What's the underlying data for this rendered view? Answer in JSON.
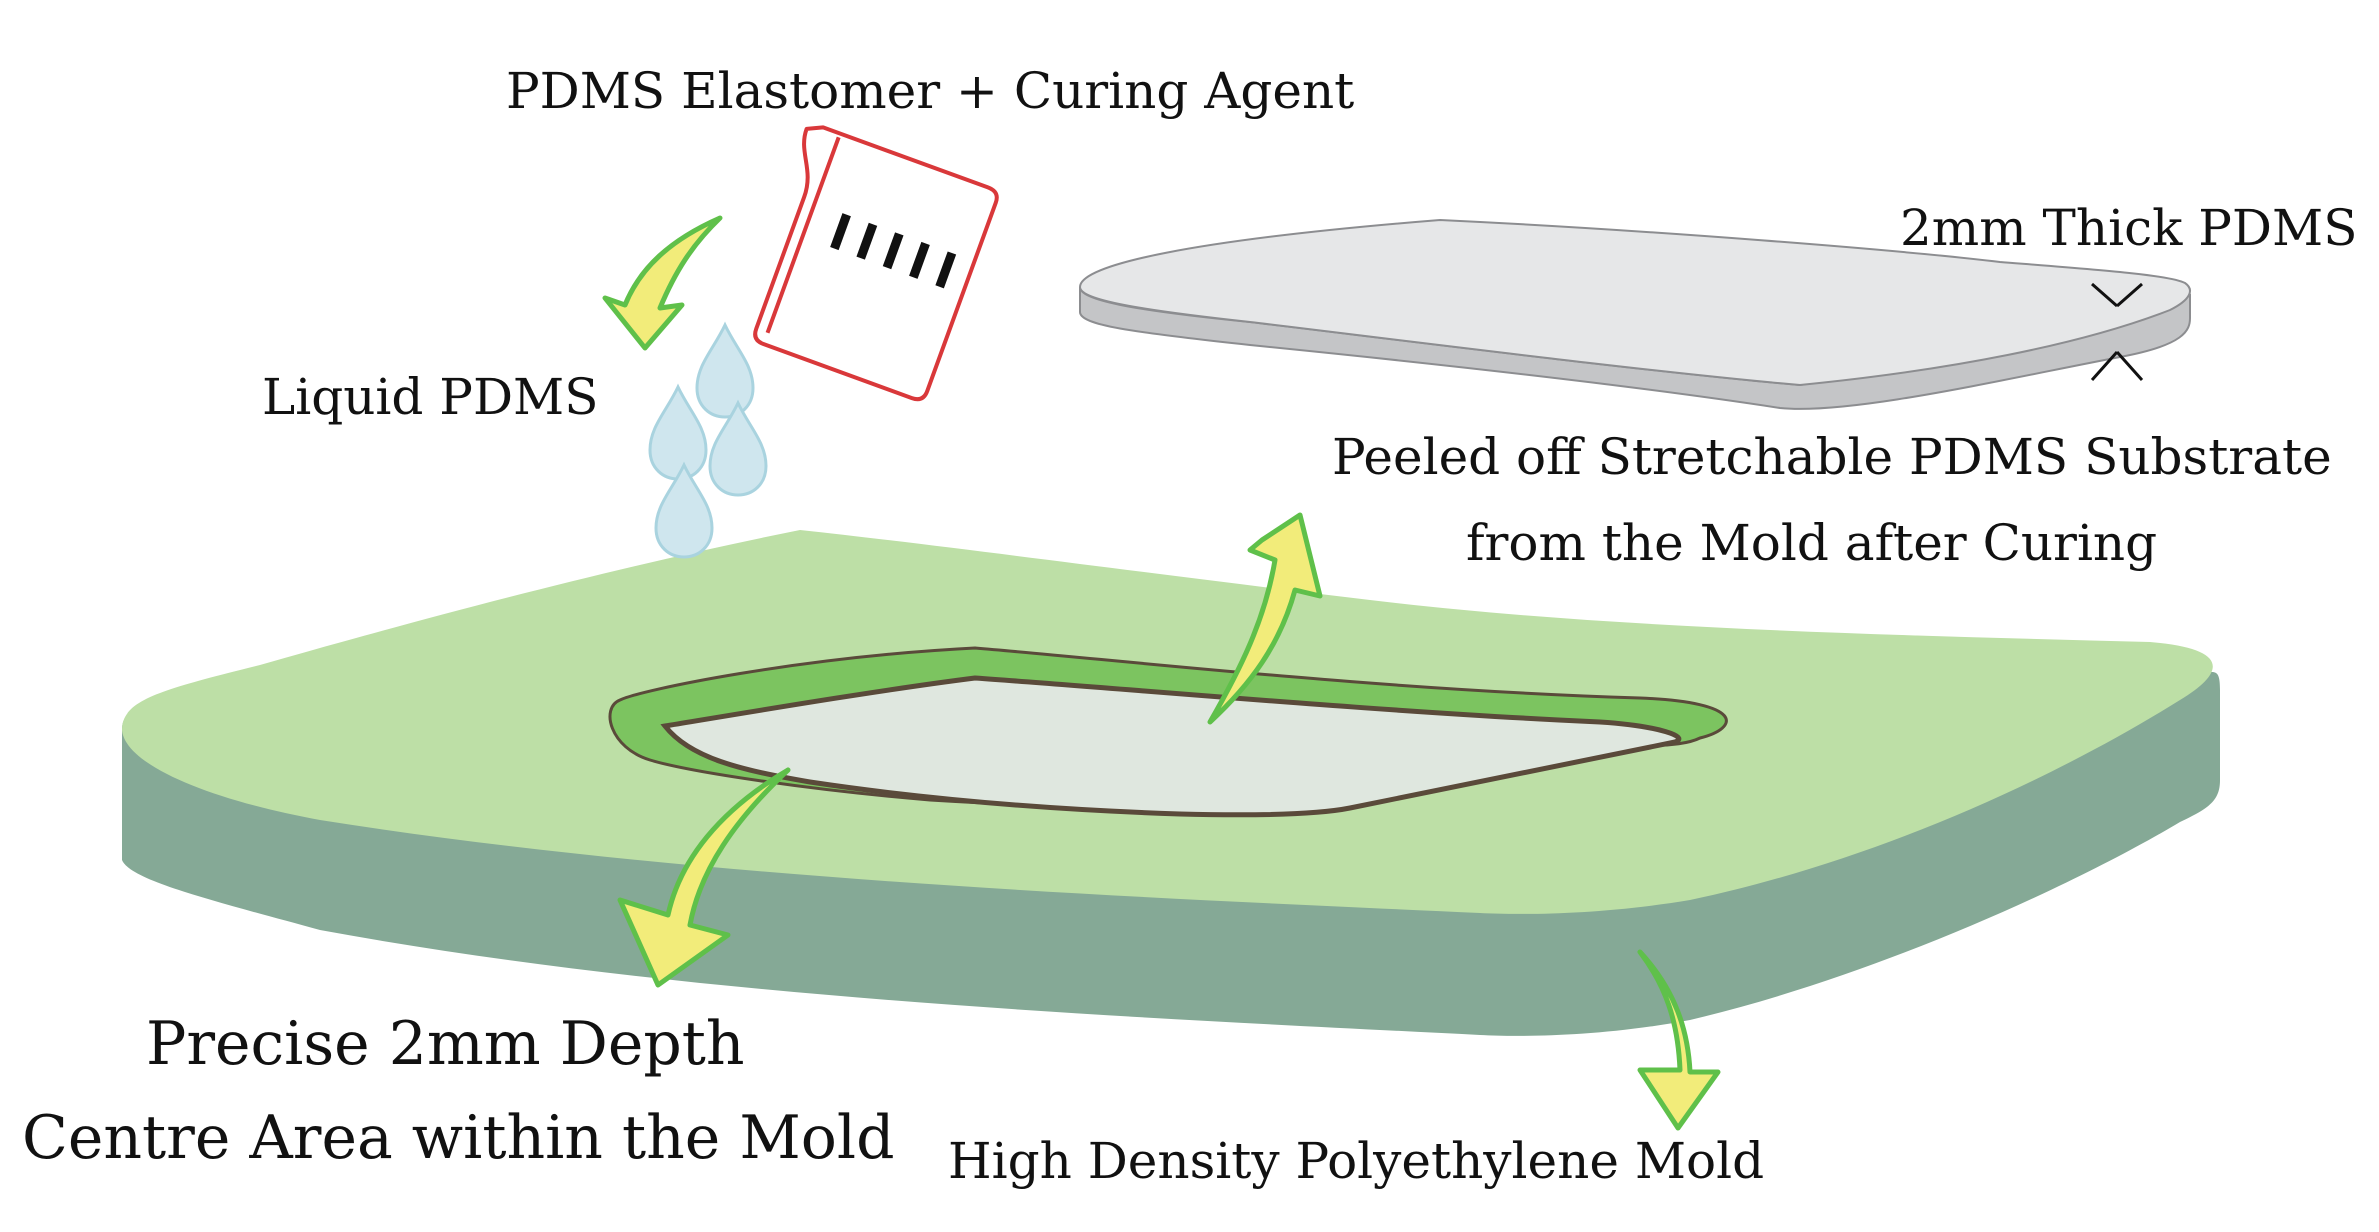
{
  "labels": {
    "pdms_mix": "PDMS Elastomer + Curing Agent",
    "liquid_pdms": "Liquid PDMS",
    "thick_pdms": "2mm Thick PDMS",
    "peeled_line1": "Peeled off  Stretchable PDMS Substrate",
    "peeled_line2": "from the Mold after Curing",
    "depth_line1": "Precise 2mm Depth",
    "depth_line2": "Centre Area within the Mold",
    "mold": "High Density Polyethylene Mold"
  },
  "colors": {
    "mold_top": "#bddfa6",
    "mold_side": "#85a996",
    "recess_rim": "#7cc460",
    "recess_floor": "#dfe7df",
    "recess_outline": "#5a4a3a",
    "substrate_top": "#e6e7e8",
    "substrate_side": "#c4c5c7",
    "drop_fill": "#cfe6ee",
    "drop_stroke": "#a9d3df",
    "arrow_fill": "#f2ec7a",
    "arrow_stroke": "#5fc04a",
    "cup_stroke": "#d9383a"
  },
  "icons": [
    "beaker-icon",
    "drop-icon",
    "curved-arrow-icon",
    "thickness-marker-icon"
  ]
}
